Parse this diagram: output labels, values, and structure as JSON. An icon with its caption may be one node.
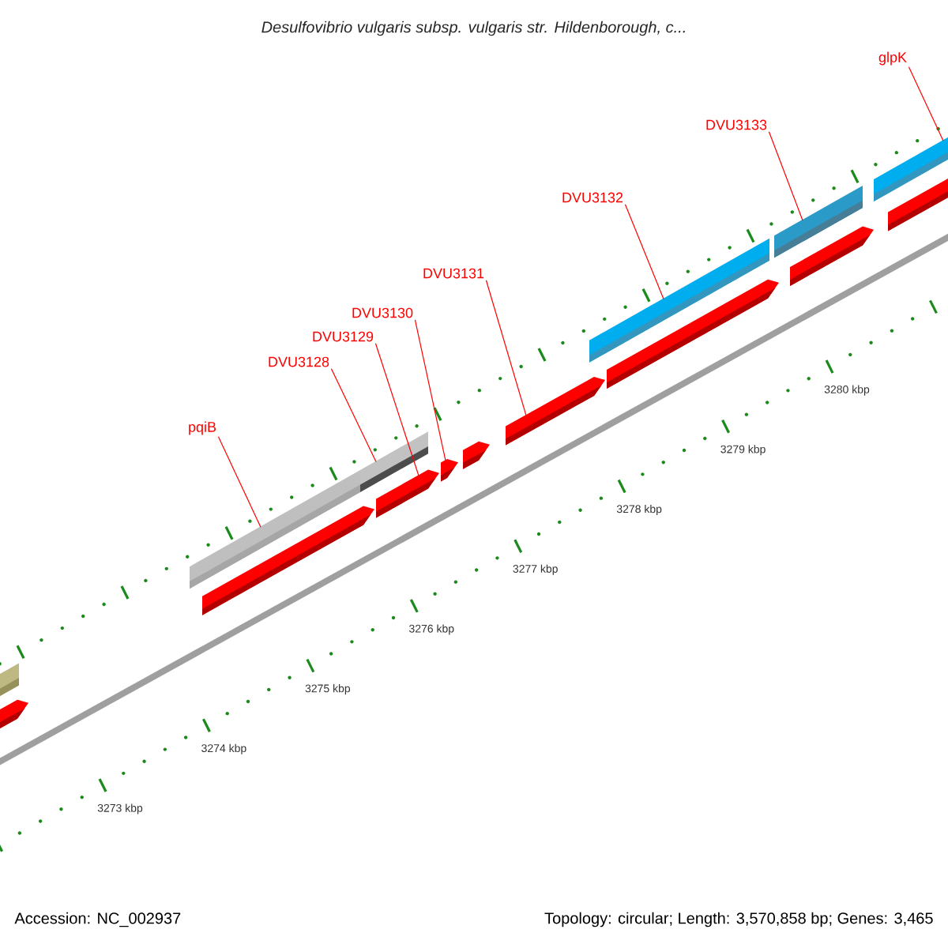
{
  "diagram": {
    "title": "Desulfovibrio vulgaris subsp. vulgaris str. Hildenborough, c...",
    "nodes": [
      {
        "text": [
          "pqiB"
        ]
      },
      {
        "text": [
          "DVU3128"
        ]
      },
      {
        "text": [
          "DVU3129"
        ]
      },
      {
        "text": [
          "DVU3130"
        ]
      },
      {
        "text": [
          "DVU3131"
        ]
      },
      {
        "text": [
          "DVU3132"
        ]
      },
      {
        "text": [
          "DVU3133"
        ]
      },
      {
        "text": [
          "glpK"
        ]
      },
      {
        "text": [],
        "shape": "bar"
      },
      {
        "text": [],
        "shape": "bar"
      },
      {
        "text": [],
        "shape": "bar"
      },
      {
        "text": [],
        "shape": "bar"
      },
      {
        "text": [],
        "shape": "bar"
      },
      {
        "text": [],
        "shape": "bar"
      },
      {
        "text": [],
        "shape": "bar"
      },
      {
        "text": [],
        "shape": "bar"
      },
      {
        "text": [],
        "shape": "bar"
      },
      {
        "text": [],
        "shape": "bar"
      },
      {
        "text": [],
        "shape": "bar"
      },
      {
        "text": [],
        "shape": "bar"
      },
      {
        "text": [],
        "shape": "bar"
      },
      {
        "text": [],
        "shape": "bar"
      },
      {
        "text": [],
        "shape": "bar"
      }
    ],
    "edges": [
      {
        "from": 0,
        "to": 8,
        "arrow": "none"
      },
      {
        "from": 1,
        "to": 9,
        "arrow": "none"
      },
      {
        "from": 2,
        "to": 10,
        "arrow": "none"
      },
      {
        "from": 3,
        "to": 11,
        "arrow": "none"
      },
      {
        "from": 4,
        "to": 12,
        "arrow": "none"
      },
      {
        "from": 5,
        "to": 13,
        "arrow": "none"
      },
      {
        "from": 6,
        "to": 14,
        "arrow": "none"
      },
      {
        "from": 7,
        "to": 15,
        "arrow": "none"
      }
    ],
    "labels": [
      "3280 kbp",
      "3279 kbp",
      "3278 kbp",
      "3277 kbp",
      "3276 kbp",
      "3275 kbp",
      "3274 kbp",
      "3273 kbp",
      "Accession: NC_002937",
      "Topology: circular; Length: 3,570,858 bp; Genes: 3,465"
    ]
  }
}
